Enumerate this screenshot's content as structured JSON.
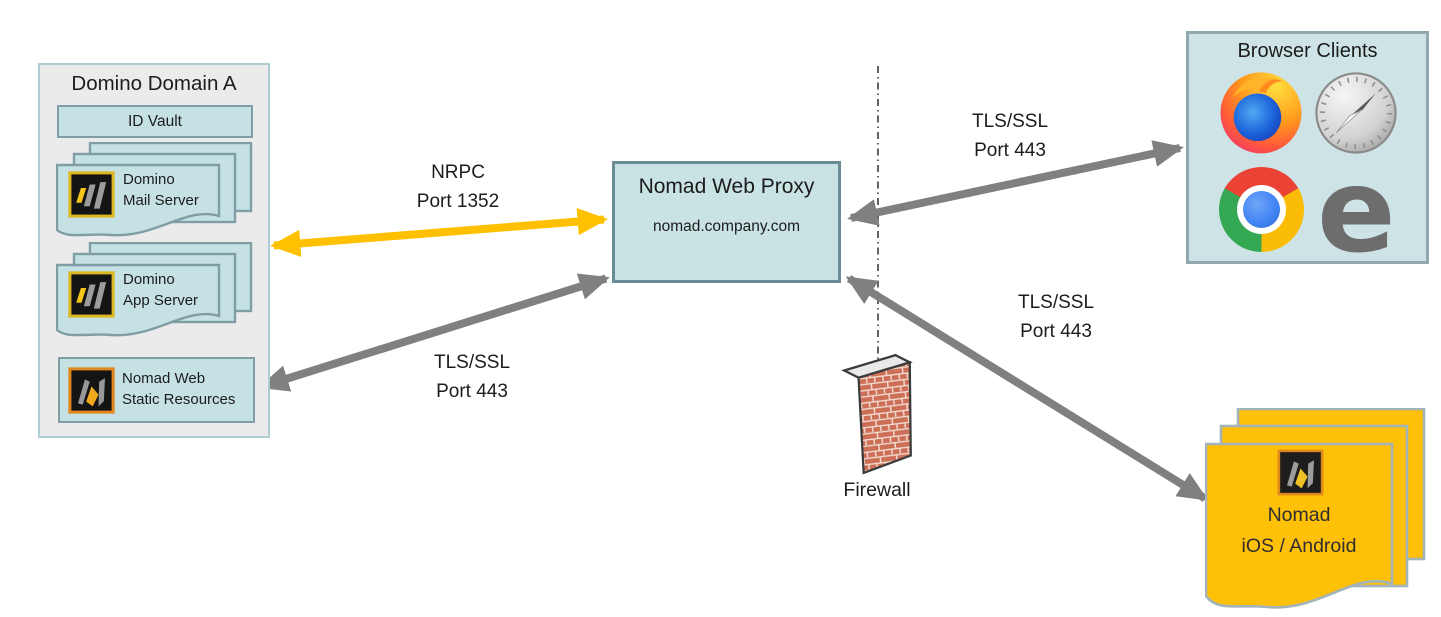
{
  "domain_box": {
    "title": "Domino Domain A",
    "id_vault_label": "ID Vault",
    "mail_server": {
      "line1": "Domino",
      "line2": "Mail Server"
    },
    "app_server": {
      "line1": "Domino",
      "line2": "App Server"
    },
    "static_resources": {
      "line1": "Nomad Web",
      "line2": "Static Resources"
    }
  },
  "proxy_box": {
    "title": "Nomad Web Proxy",
    "hostname": "nomad.company.com"
  },
  "browser_box": {
    "title": "Browser Clients",
    "icons": [
      "firefox-icon",
      "safari-icon",
      "chrome-icon",
      "edge-icon"
    ]
  },
  "mobile_stack": {
    "line1": "Nomad",
    "line2": "iOS / Android"
  },
  "firewall": {
    "label": "Firewall"
  },
  "connections": {
    "nrpc": {
      "protocol": "NRPC",
      "port": "Port 1352",
      "color": "#FFC000"
    },
    "tls_static": {
      "protocol": "TLS/SSL",
      "port": "Port 443",
      "color": "#808080"
    },
    "tls_browser": {
      "protocol": "TLS/SSL",
      "port": "Port 443",
      "color": "#808080"
    },
    "tls_mobile": {
      "protocol": "TLS/SSL",
      "port": "Port 443",
      "color": "#808080"
    }
  },
  "colors": {
    "accent_yellow": "#FFC000",
    "arrow_gray": "#808080",
    "box_blue": "#C5E1E3",
    "panel_gray": "#EBEBEB",
    "brick_red": "#CD6E57"
  }
}
